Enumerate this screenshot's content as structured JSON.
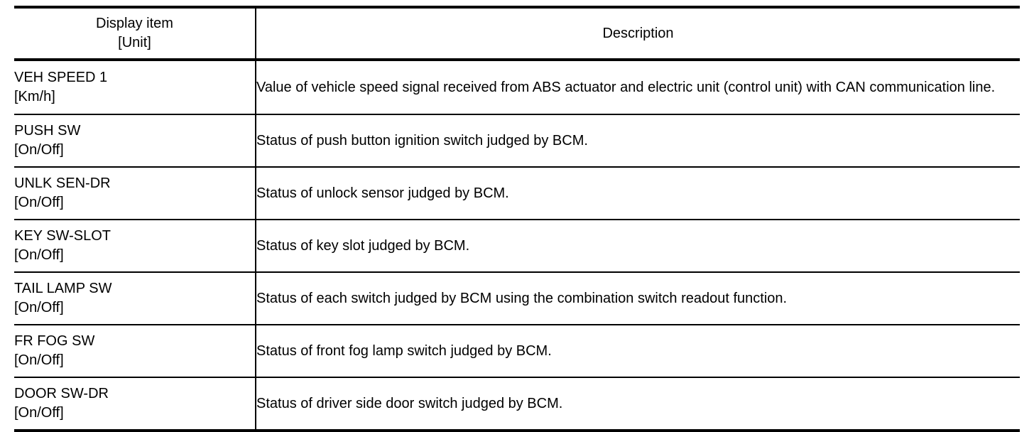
{
  "table": {
    "headers": {
      "item_line1": "Display item",
      "item_line2": "[Unit]",
      "description": "Description"
    },
    "rows": [
      {
        "item": "VEH SPEED 1",
        "unit": "[Km/h]",
        "description": "Value of vehicle speed signal received from ABS actuator and electric unit (control unit) with CAN communication line."
      },
      {
        "item": "PUSH SW",
        "unit": "[On/Off]",
        "description": "Status of push button ignition switch judged by BCM."
      },
      {
        "item": "UNLK SEN-DR",
        "unit": "[On/Off]",
        "description": "Status of unlock sensor judged by BCM."
      },
      {
        "item": "KEY SW-SLOT",
        "unit": "[On/Off]",
        "description": "Status of key slot judged by BCM."
      },
      {
        "item": "TAIL LAMP SW",
        "unit": "[On/Off]",
        "description": "Status of each switch judged by BCM using the combination switch readout function."
      },
      {
        "item": "FR FOG SW",
        "unit": "[On/Off]",
        "description": "Status of front fog lamp switch judged by BCM."
      },
      {
        "item": "DOOR SW-DR",
        "unit": "[On/Off]",
        "description": "Status of driver side door switch judged by BCM."
      }
    ]
  },
  "colors": {
    "text": "#000000",
    "rule": "#000000",
    "background": "#ffffff"
  }
}
